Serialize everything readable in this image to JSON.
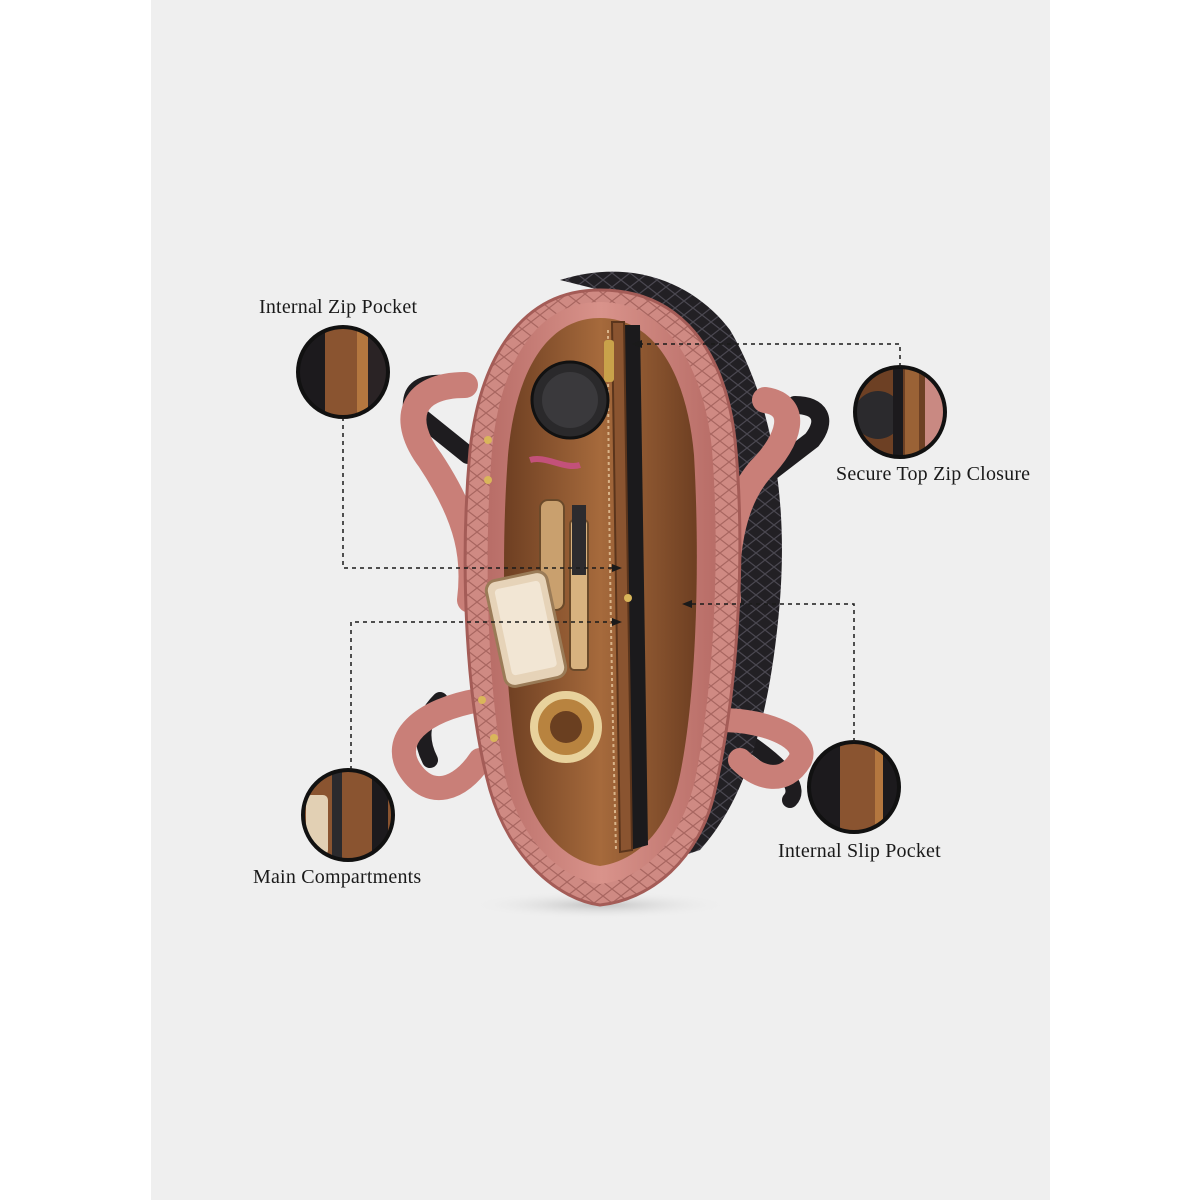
{
  "colors": {
    "background": "#efefef",
    "page": "#ffffff",
    "bag_pink": "#c97f78",
    "bag_pink_dark": "#a45c57",
    "bag_black": "#1e1c1f",
    "lining_brown": "#8a5430",
    "label_text": "#1a1a1a"
  },
  "callouts": [
    {
      "id": "internal-zip-pocket",
      "label": "Internal Zip Pocket"
    },
    {
      "id": "secure-top-zip-closure",
      "label": "Secure Top Zip Closure"
    },
    {
      "id": "main-compartments",
      "label": "Main Compartments"
    },
    {
      "id": "internal-slip-pocket",
      "label": "Internal Slip Pocket"
    }
  ]
}
